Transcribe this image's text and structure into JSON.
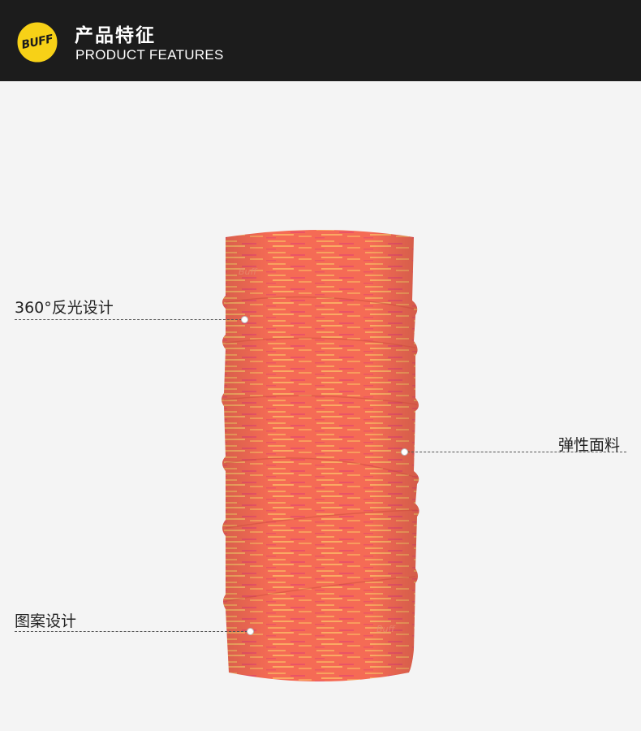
{
  "header": {
    "logo_text": "BUFF",
    "title_cn": "产品特征",
    "title_en": "PRODUCT FEATURES"
  },
  "product": {
    "brand_mark_top": "Buff",
    "brand_mark_bottom": "Buff",
    "colors": {
      "base": "#f56b55",
      "heather_light": "#f9a85f",
      "heather_pink": "#e94d6a"
    }
  },
  "callouts": [
    {
      "label": "360°反光设计",
      "side": "left"
    },
    {
      "label": "弹性面料",
      "side": "right"
    },
    {
      "label": "图案设计",
      "side": "left"
    }
  ],
  "colors": {
    "header_bg": "#1c1c1c",
    "logo_yellow": "#f7d117",
    "page_bg": "#f4f4f4"
  }
}
